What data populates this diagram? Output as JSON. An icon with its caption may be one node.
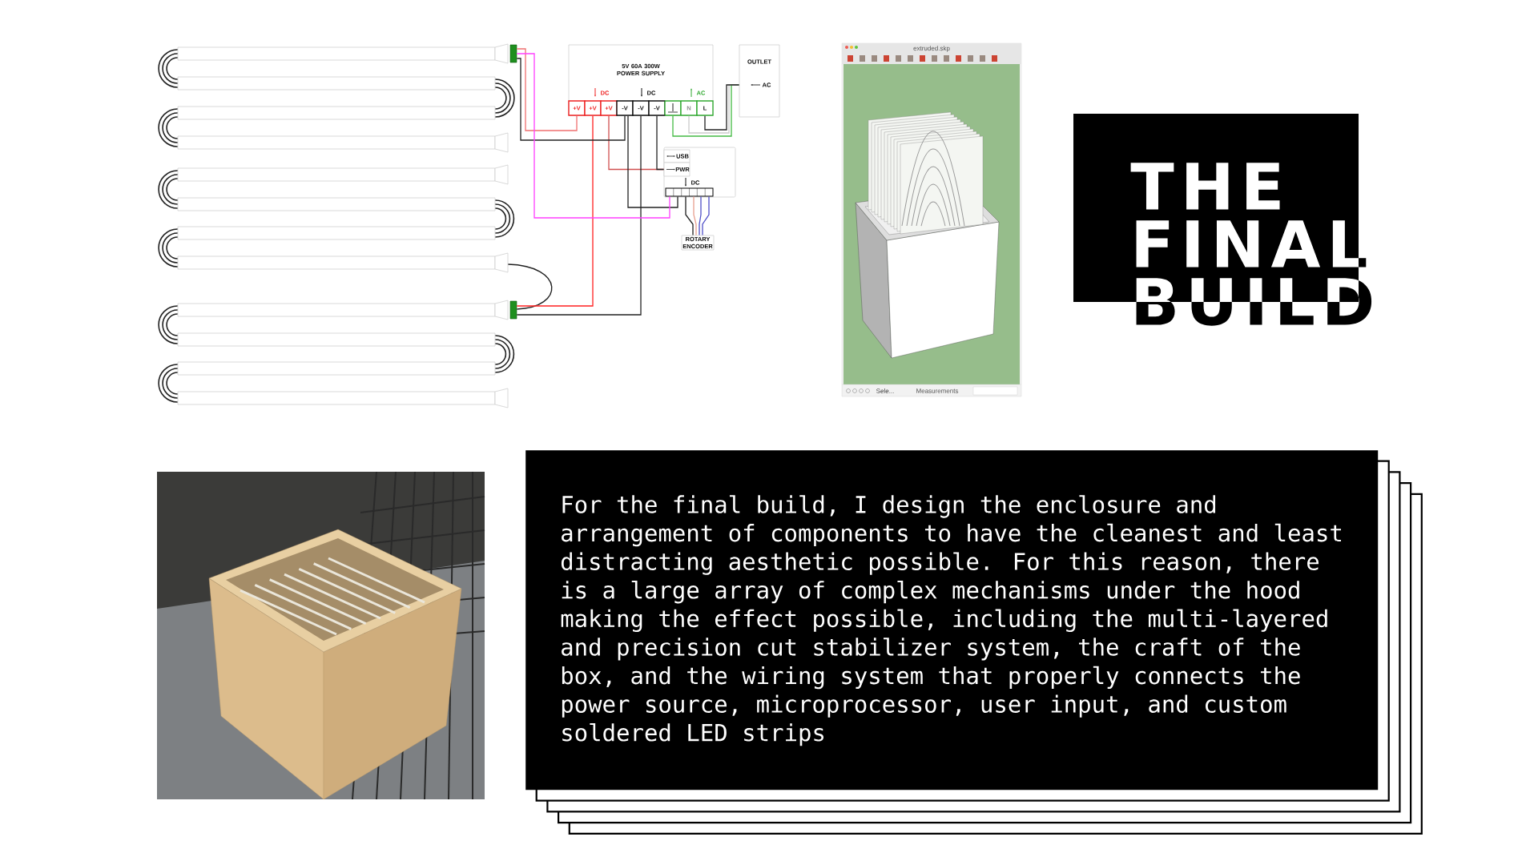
{
  "diagram": {
    "nodes": [
      {
        "text": [],
        "shape": "bar"
      },
      {
        "text": [],
        "shape": "bar"
      },
      {
        "text": [],
        "shape": "bar"
      },
      {
        "text": [],
        "shape": "bar"
      },
      {
        "text": [],
        "shape": "bar"
      },
      {
        "text": [],
        "shape": "bar"
      },
      {
        "text": [],
        "shape": "bar"
      },
      {
        "text": [],
        "shape": "bar"
      },
      {
        "text": [],
        "shape": "bar"
      },
      {
        "text": [],
        "shape": "bar"
      },
      {
        "text": [],
        "shape": "bar"
      },
      {
        "text": [],
        "shape": "bar"
      },
      {
        "text": [],
        "shape": "bar"
      },
      {
        "text": [],
        "shape": "bar"
      },
      {
        "text": [
          "5V 60A 300W POWER SUPPLY"
        ]
      },
      {
        "text": [
          "+V"
        ],
        "in": 14
      },
      {
        "text": [
          "+V"
        ],
        "in": 14
      },
      {
        "text": [
          "+V"
        ],
        "in": 14
      },
      {
        "text": [
          "-V"
        ],
        "in": 14
      },
      {
        "text": [
          "-V"
        ],
        "in": 14
      },
      {
        "text": [
          "-V"
        ],
        "in": 14
      },
      {
        "text": [],
        "shape": "box",
        "in": 14
      },
      {
        "text": [
          "N"
        ],
        "in": 14
      },
      {
        "text": [
          "L"
        ],
        "in": 14
      },
      {
        "text": [
          "OUTLET",
          "AC"
        ]
      },
      {
        "text": [],
        "shape": "box"
      },
      {
        "text": [
          "USB"
        ],
        "in": 25
      },
      {
        "text": [
          "PWR"
        ],
        "in": 25
      },
      {
        "text": [],
        "shape": "bar",
        "in": 25
      },
      {
        "text": [
          "ROTARY ENCODER"
        ]
      },
      {
        "text": [
          "THE FINAL BUILD"
        ]
      },
      {
        "text": [
          "For the final build, I design the enclosure and arrangement of components to have the cleanest and least distracting aesthetic possible. For this reason, there is a large array of complex mechanisms under the hood making the effect possible, including the multi-layered and precision cut stabilizer system, the craft of the box, and the wiring system that properly connects the power source, microprocessor, user input, and custom soldered LED strips"
        ]
      }
    ],
    "edges": [
      {
        "from": 0,
        "to": 1,
        "arrow": "none"
      },
      {
        "from": 1,
        "to": 2,
        "arrow": "none"
      },
      {
        "from": 2,
        "to": 3,
        "arrow": "none"
      },
      {
        "from": 4,
        "to": 5,
        "arrow": "none"
      },
      {
        "from": 5,
        "to": 6,
        "arrow": "none"
      },
      {
        "from": 6,
        "to": 7,
        "arrow": "none"
      },
      {
        "from": 7,
        "to": 13,
        "arrow": "none"
      },
      {
        "from": 8,
        "to": 9,
        "arrow": "none"
      },
      {
        "from": 9,
        "to": 10,
        "arrow": "none"
      },
      {
        "from": 10,
        "to": 11,
        "arrow": "none"
      },
      {
        "from": 15,
        "to": 12,
        "arrow": "none",
        "color": "#f07070"
      },
      {
        "from": 16,
        "to": 13,
        "arrow": "none",
        "color": "#ff2020"
      },
      {
        "from": 17,
        "to": 27,
        "arrow": "none",
        "color": "#d05050"
      },
      {
        "from": 18,
        "to": 12,
        "arrow": "none"
      },
      {
        "from": 18,
        "to": 28,
        "arrow": "none"
      },
      {
        "from": 19,
        "to": 13,
        "arrow": "none"
      },
      {
        "from": 20,
        "to": 27,
        "arrow": "none"
      },
      {
        "from": 28,
        "to": 12,
        "arrow": "none",
        "color": "#ff40ff"
      },
      {
        "from": 28,
        "to": 29,
        "arrow": "none"
      },
      {
        "from": 28,
        "to": 29,
        "arrow": "none",
        "color": "#e8a090"
      },
      {
        "from": 28,
        "to": 29,
        "arrow": "none",
        "color": "#5050c8"
      },
      {
        "from": 28,
        "to": 29,
        "arrow": "none",
        "color": "#5050c8"
      },
      {
        "from": 21,
        "to": 24,
        "arrow": "none",
        "color": "#44bb44"
      },
      {
        "from": 22,
        "to": 24,
        "arrow": "none",
        "color": "#cccccc"
      },
      {
        "from": 23,
        "to": 24,
        "arrow": "none"
      }
    ],
    "labels": [
      "DC",
      "DC",
      "AC",
      "DC",
      "extruded.skp",
      "Sele...",
      "Measurements"
    ]
  }
}
